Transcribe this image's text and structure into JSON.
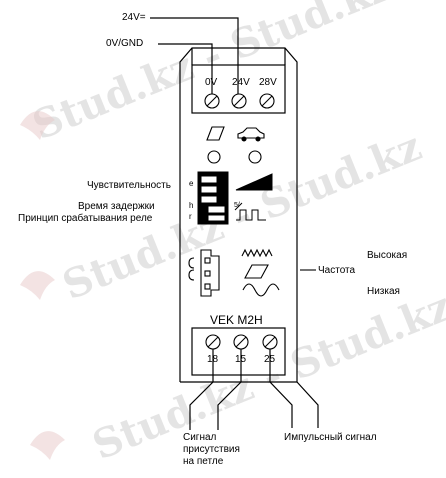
{
  "supply": {
    "v24_label": "24V=",
    "gnd_label": "0V/GND"
  },
  "top_terminals": [
    "0V",
    "24V",
    "28V"
  ],
  "switch_labels": {
    "sensitivity": "Чувствительность",
    "delay": "Время задержки",
    "relay_mode": "Принцип срабатывания реле"
  },
  "switch_letters": [
    "e",
    "h",
    "r"
  ],
  "switch_mark": "5/",
  "frequency": {
    "title": "Частота",
    "high": "Высокая",
    "low": "Низкая"
  },
  "model": "VEK M2H",
  "bottom_terminals": [
    "18",
    "15",
    "25"
  ],
  "outputs": {
    "presence_line1": "Сигнал",
    "presence_line2": "присутствия",
    "presence_line3": "на петле",
    "pulse": "Импульсный сигнал"
  },
  "watermark": "Stud.kz - Stud.kz",
  "colors": {
    "line": "#000000",
    "watermark": "#d9d9d9",
    "watermark_red": "#f2c9c9"
  }
}
